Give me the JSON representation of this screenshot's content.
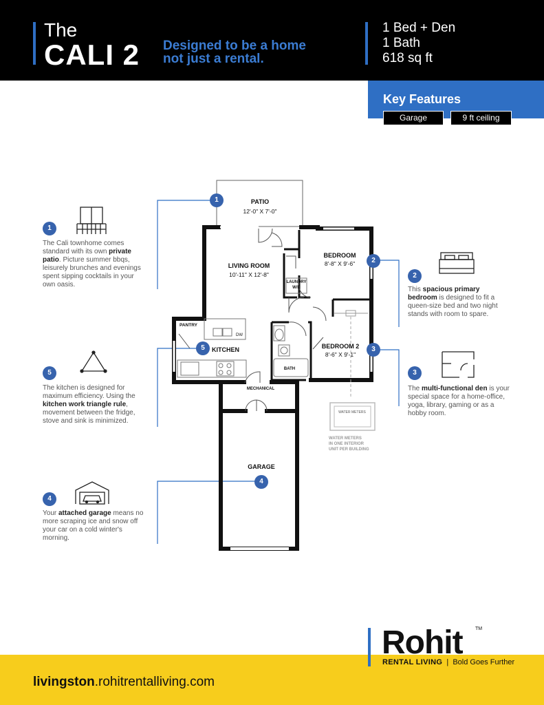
{
  "header": {
    "the": "The",
    "model": "CALI 2",
    "tagline_1": "Designed to be a home",
    "tagline_2": "not just a rental.",
    "spec_1": "1 Bed + Den",
    "spec_2": "1 Bath",
    "spec_3": "618 sq ft"
  },
  "key_features": {
    "title": "Key Features",
    "items": [
      "Garage",
      "9 ft ceiling"
    ]
  },
  "plan": {
    "patio": "PATIO",
    "patio_dim": "12'-0\" X 7'-0\"",
    "living": "LIVING ROOM",
    "living_dim": "10'-11\" X 12'-8\"",
    "bedroom": "BEDROOM",
    "bedroom_dim": "8'-8\" X 9'-6\"",
    "laundry": "LAUNDRY",
    "wd": "W/D",
    "pantry": "PANTRY",
    "dw": "DW",
    "kitchen": "KITCHEN",
    "bath": "BATH",
    "bedroom2": "BEDROOM 2",
    "bedroom2_dim": "8'-6\" X 9'-1\"",
    "mechanical": "MECHANICAL",
    "garage": "GARAGE",
    "water_meters": "WATER METERS",
    "water_note_1": "WATER METERS",
    "water_note_2": "IN ONE INTERIOR",
    "water_note_3": "UNIT PER BUILDING"
  },
  "features": {
    "f1": {
      "num": "1",
      "pre": "The Cali townhome comes standard with its own ",
      "bold": "private patio",
      "post": ". Picture summer bbqs, leisurely brunches and evenings spent sipping cocktails in your own oasis."
    },
    "f2": {
      "num": "2",
      "pre": "This ",
      "bold": "spacious primary bedroom",
      "post": " is designed to fit a queen-size bed and two night stands with room to spare."
    },
    "f3": {
      "num": "3",
      "pre": "The ",
      "bold": "multi-functional den",
      "post": " is your special space for a home-office, yoga, library, gaming or as a hobby room."
    },
    "f4": {
      "num": "4",
      "pre": "Your ",
      "bold": "attached garage",
      "post": " means no more scraping ice and snow off your car on a cold winter's morning."
    },
    "f5": {
      "num": "5",
      "pre": "The kitchen is designed for maximum efficiency. Using the ",
      "bold": "kitchen work triangle rule",
      "post": ", movement between the fridge, stove and sink is minimized."
    }
  },
  "footer": {
    "url_bold": "livingston",
    "url_rest": ".rohitrentalliving.com",
    "brand": "Rohit",
    "tm": "TM",
    "sub_bold": "RENTAL LIVING",
    "sub_sep": "|",
    "sub_rest": "Bold Goes Further"
  }
}
